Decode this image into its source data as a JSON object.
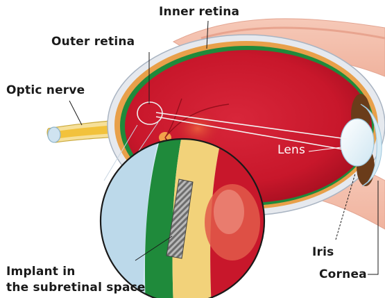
{
  "labels": {
    "inner_retina": "Inner retina",
    "outer_retina": "Outer retina",
    "optic_nerve": "Optic nerve",
    "lens": "Lens",
    "iris": "Iris",
    "cornea": "Cornea",
    "implant_line1": "Implant in",
    "implant_line2": "the subretinal space"
  },
  "colors": {
    "eye_interior": "#c8172b",
    "sclera": "#e6e9ee",
    "choroid": "#e8a04a",
    "outer_retina_layer": "#1f8a3b",
    "optic_nerve": "#f2c23c",
    "cornea": "#d8ecf5",
    "implant": "#888888",
    "text": "#1a1a1a"
  }
}
